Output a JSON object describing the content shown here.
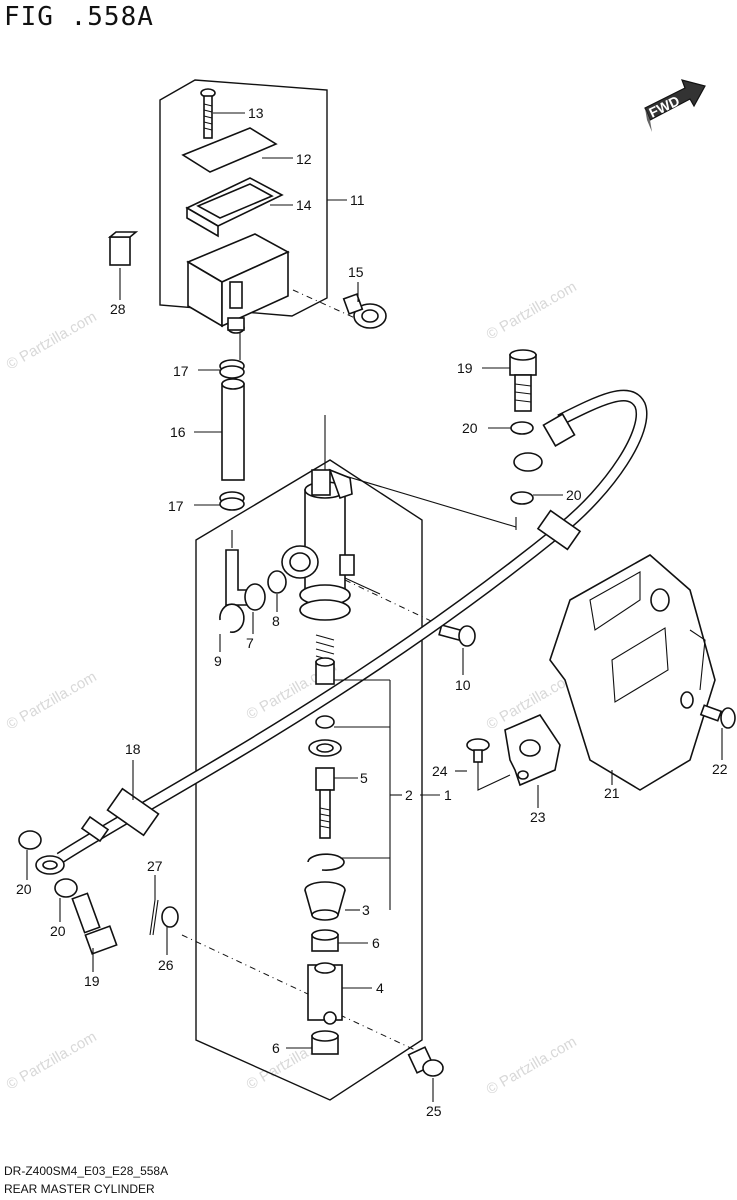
{
  "header": {
    "figure_title": "FIG .558A"
  },
  "footer": {
    "catalog_code": "DR-Z400SM4_E03_E28_558A",
    "assembly_name": "REAR MASTER CYLINDER"
  },
  "badge": {
    "fwd_label": "FWD"
  },
  "watermark": {
    "text": "© Partzilla.com"
  },
  "callouts": {
    "c13": "13",
    "c12": "12",
    "c14": "14",
    "c11": "11",
    "c15": "15",
    "c28": "28",
    "c17a": "17",
    "c16": "16",
    "c17b": "17",
    "c19a": "19",
    "c20a": "20",
    "c20b": "20",
    "c8": "8",
    "c7": "7",
    "c9": "9",
    "c10": "10",
    "c18": "18",
    "c5": "5",
    "c2": "2",
    "c1": "1",
    "c24": "24",
    "c23": "23",
    "c21": "21",
    "c22": "22",
    "c3": "3",
    "c6a": "6",
    "c4": "4",
    "c6b": "6",
    "c25": "25",
    "c27": "27",
    "c26": "26",
    "c20c": "20",
    "c20d": "20",
    "c19b": "19"
  }
}
